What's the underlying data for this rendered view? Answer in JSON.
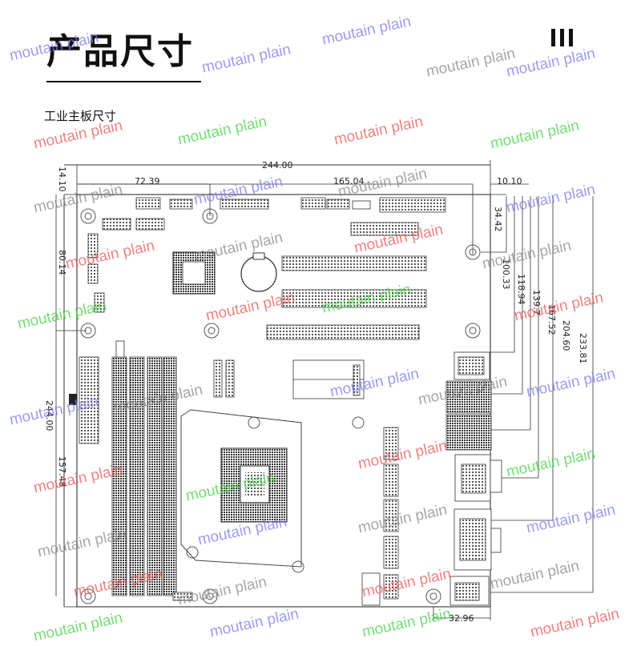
{
  "header": {
    "title": "产品尺寸",
    "menu_icon": "menu-icon"
  },
  "subtitle": "工业主板尺寸",
  "dimensions": {
    "width_top": "244.00",
    "offset_left_top": "14.10",
    "hole_x1": "72.39",
    "hole_x2": "165.04",
    "right_offset": "10.10",
    "right_34": "34.42",
    "right_100": "100.33",
    "right_118": "118.94",
    "right_139": "139.7",
    "right_167": "167.52",
    "right_204": "204.60",
    "right_233": "233.81",
    "left_80": "80.14",
    "height_left": "244.00",
    "left_157": "157.48",
    "bottom_32": "32.96"
  },
  "watermark": {
    "text": "moutain plain",
    "colors": [
      "#7b7be8",
      "#e85a5a",
      "#4ccf4c",
      "#8a8a8a"
    ]
  }
}
